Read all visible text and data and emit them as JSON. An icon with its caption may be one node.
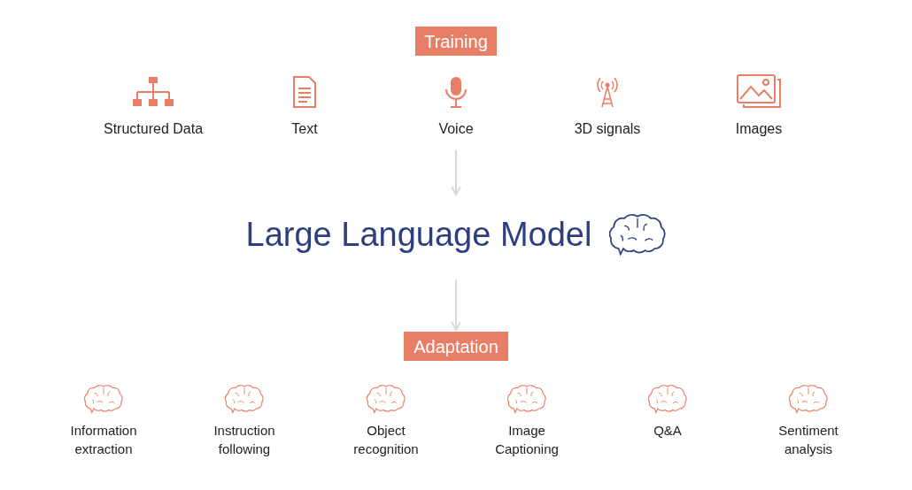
{
  "diagram": {
    "nodes": [
      {
        "text": [
          "Training"
        ]
      },
      {
        "text": [
          "Structured Data"
        ]
      },
      {
        "text": [
          "Text"
        ]
      },
      {
        "text": [
          "Voice"
        ]
      },
      {
        "text": [
          "3D signals"
        ]
      },
      {
        "text": [
          "Images"
        ]
      },
      {
        "text": [
          "Large Language Model"
        ]
      },
      {
        "text": [
          "Adaptation"
        ]
      },
      {
        "text": [
          "Information extraction"
        ]
      },
      {
        "text": [
          "Instruction following"
        ]
      },
      {
        "text": [
          "Object recognition"
        ]
      },
      {
        "text": [
          "Image Captioning"
        ]
      },
      {
        "text": [
          "Q&A"
        ]
      },
      {
        "text": [
          "Sentiment analysis"
        ]
      }
    ],
    "edges": [
      {
        "from": 3,
        "to": 6,
        "arrow": "to"
      },
      {
        "from": 6,
        "to": 7,
        "arrow": "to"
      }
    ]
  }
}
